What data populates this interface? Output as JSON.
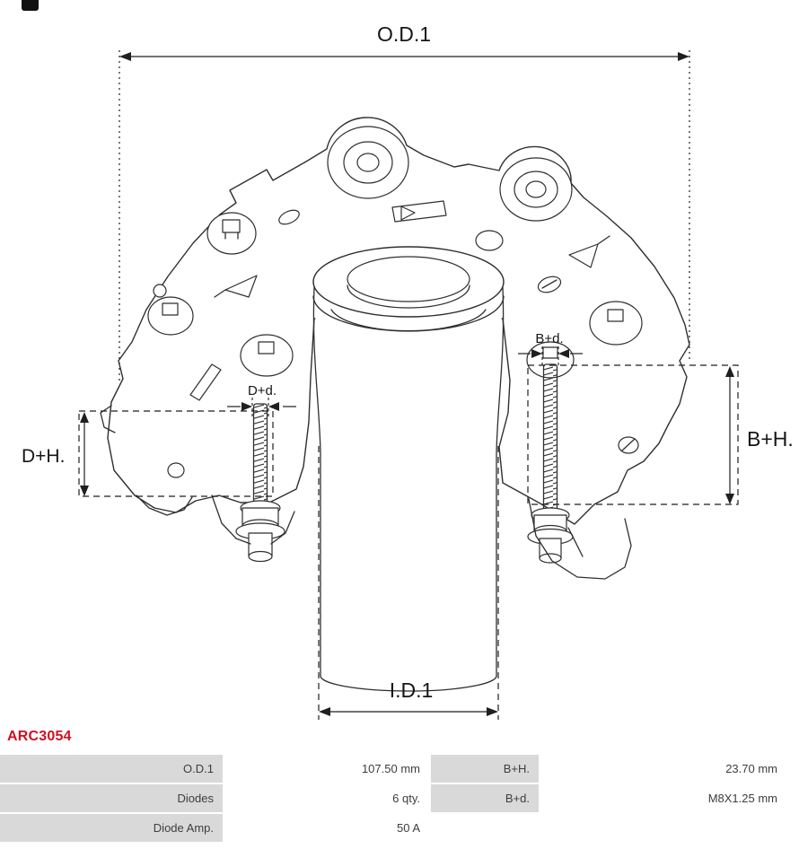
{
  "part_number": "ARC3054",
  "diagram": {
    "labels": {
      "od1": "O.D.1",
      "id1": "I.D.1",
      "dh": "D+H.",
      "bh": "B+H.",
      "dd": "D+d.",
      "bd": "B+d."
    }
  },
  "table": {
    "rows": [
      [
        "O.D.1",
        "107.50 mm",
        "B+H.",
        "23.70 mm"
      ],
      [
        "Diodes",
        "6 qty.",
        "B+d.",
        "M8X1.25 mm"
      ],
      [
        "Diode Amp.",
        "50 A",
        "",
        ""
      ]
    ]
  },
  "colors": {
    "accent_red": "#cc1122",
    "cell_gray": "#d9d9d9",
    "line_dark": "#2f2f2f"
  }
}
